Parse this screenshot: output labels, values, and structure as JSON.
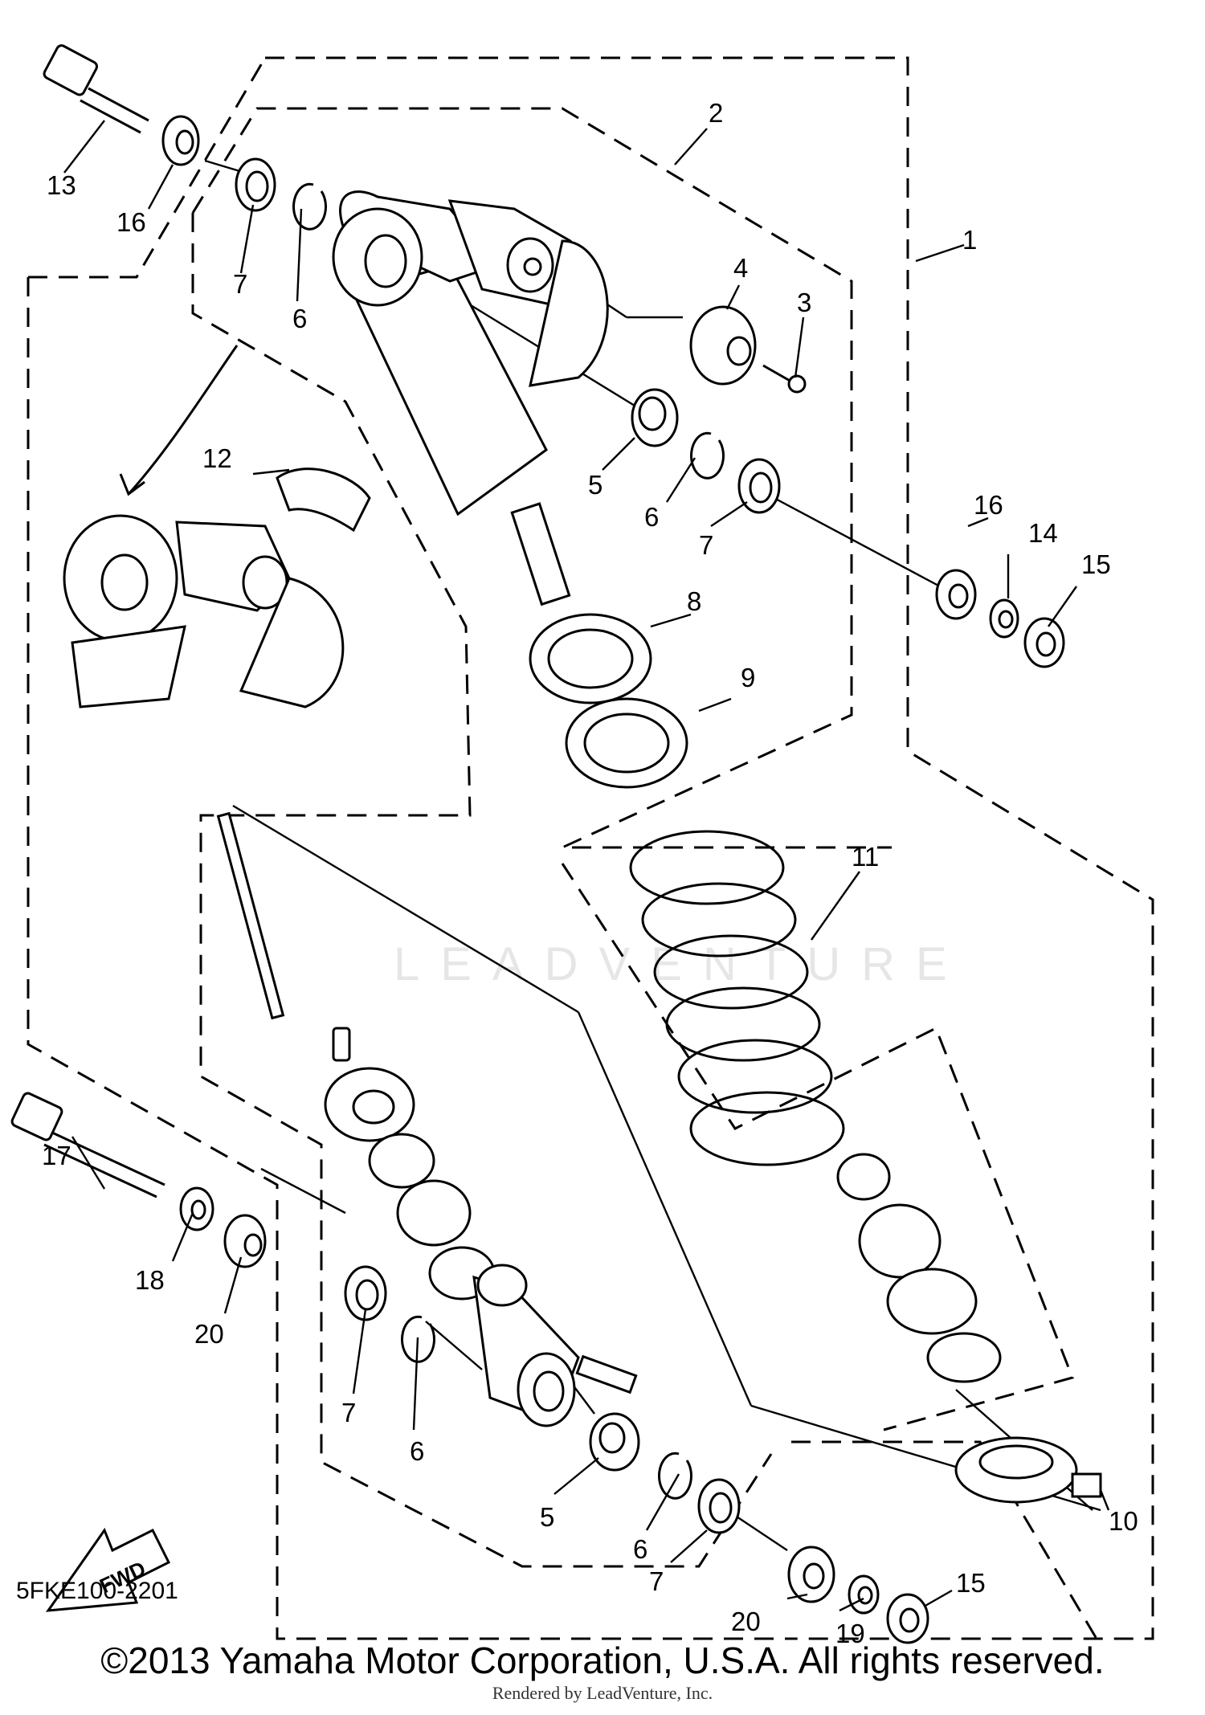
{
  "diagram": {
    "part_code": "5FKE100-2201",
    "direction_label": "FWD",
    "watermark": "LEADVENTURE",
    "callouts": [
      "1",
      "2",
      "3",
      "4",
      "5",
      "6",
      "7",
      "8",
      "9",
      "10",
      "11",
      "12",
      "13",
      "14",
      "15",
      "16",
      "17",
      "18",
      "19",
      "20"
    ],
    "callouts_repeat": {
      "five_b": "5",
      "six_b": "6",
      "six_c": "6",
      "six_d": "6",
      "seven_b": "7",
      "seven_c": "7",
      "seven_d": "7",
      "fifteen_b": "15",
      "sixteen_b": "16",
      "twenty_b": "20"
    }
  },
  "footer": {
    "copyright": "©2013 Yamaha Motor Corporation, U.S.A. All rights reserved.",
    "rendered_by": "Rendered by LeadVenture, Inc."
  }
}
